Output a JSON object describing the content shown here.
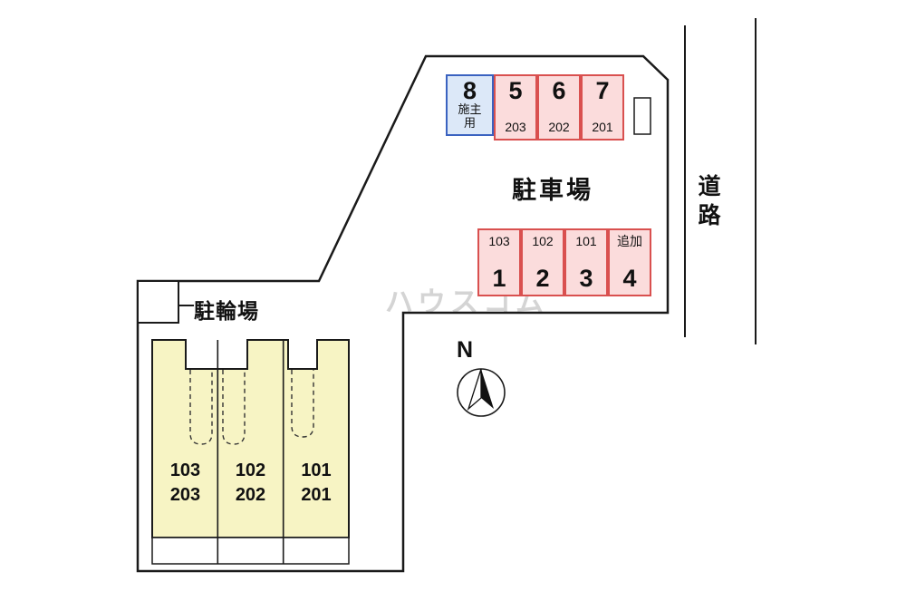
{
  "labels": {
    "parking_lot": "駐車場",
    "bicycle_parking": "駐輪場",
    "road": "道路",
    "compass_north": "N"
  },
  "watermark": "ハウスコム",
  "parking_spaces_top": [
    {
      "number": "8",
      "sub_label": "施主用"
    },
    {
      "number": "5",
      "sub_label": "203"
    },
    {
      "number": "6",
      "sub_label": "202"
    },
    {
      "number": "7",
      "sub_label": "201"
    }
  ],
  "parking_spaces_bottom": [
    {
      "sub_label": "103",
      "number": "1"
    },
    {
      "sub_label": "102",
      "number": "2"
    },
    {
      "sub_label": "101",
      "number": "3"
    },
    {
      "sub_label": "追加",
      "number": "4"
    }
  ],
  "building_units": [
    {
      "upper": "103",
      "lower": "203"
    },
    {
      "upper": "102",
      "lower": "202"
    },
    {
      "upper": "101",
      "lower": "201"
    }
  ],
  "colors": {
    "parking_space_fill": "#fbdcdc",
    "parking_space_border": "#d9504f",
    "owner_space_fill": "#dce8f8",
    "owner_space_border": "#3a62c0",
    "building_fill": "#f7f4c4",
    "outline": "#1a1a1a"
  }
}
